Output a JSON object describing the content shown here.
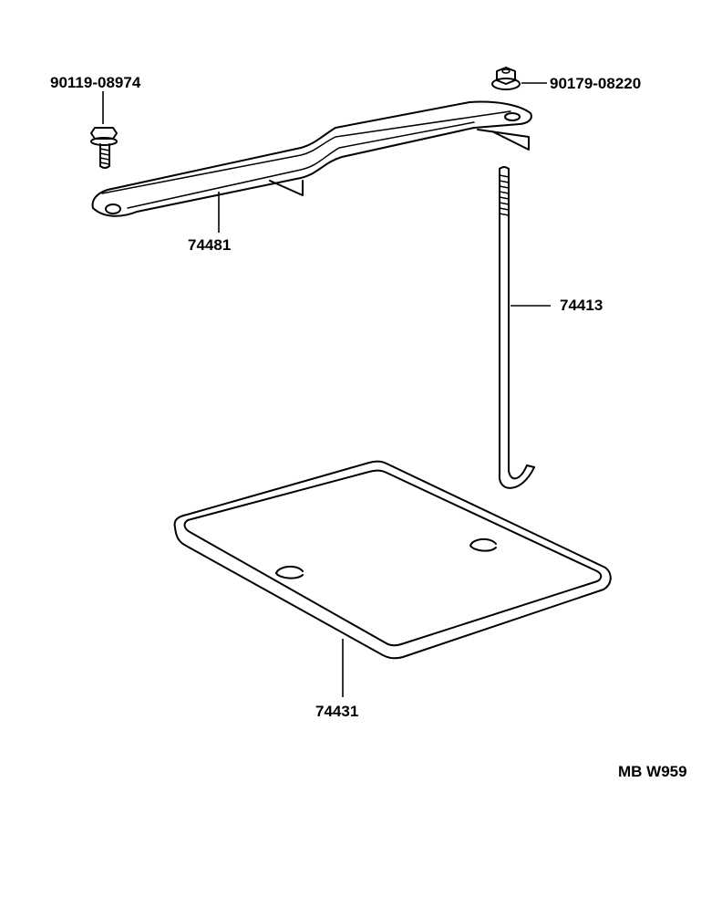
{
  "parts": {
    "bolt": "90119-08974",
    "nut": "90179-08220",
    "clamp": "74481",
    "rod": "74413",
    "tray": "74431"
  },
  "diagram_code": "MB W959"
}
